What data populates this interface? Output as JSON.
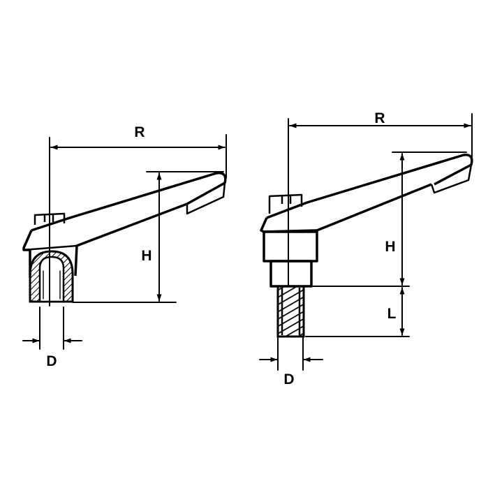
{
  "figures": [
    {
      "id": "handle-female-thread",
      "labels": {
        "reach": "R",
        "height": "H",
        "diameter": "D"
      }
    },
    {
      "id": "handle-male-thread",
      "labels": {
        "reach": "R",
        "height": "H",
        "length": "L",
        "diameter": "D"
      }
    }
  ],
  "colors": {
    "ink": "#000000",
    "background": "#ffffff"
  }
}
